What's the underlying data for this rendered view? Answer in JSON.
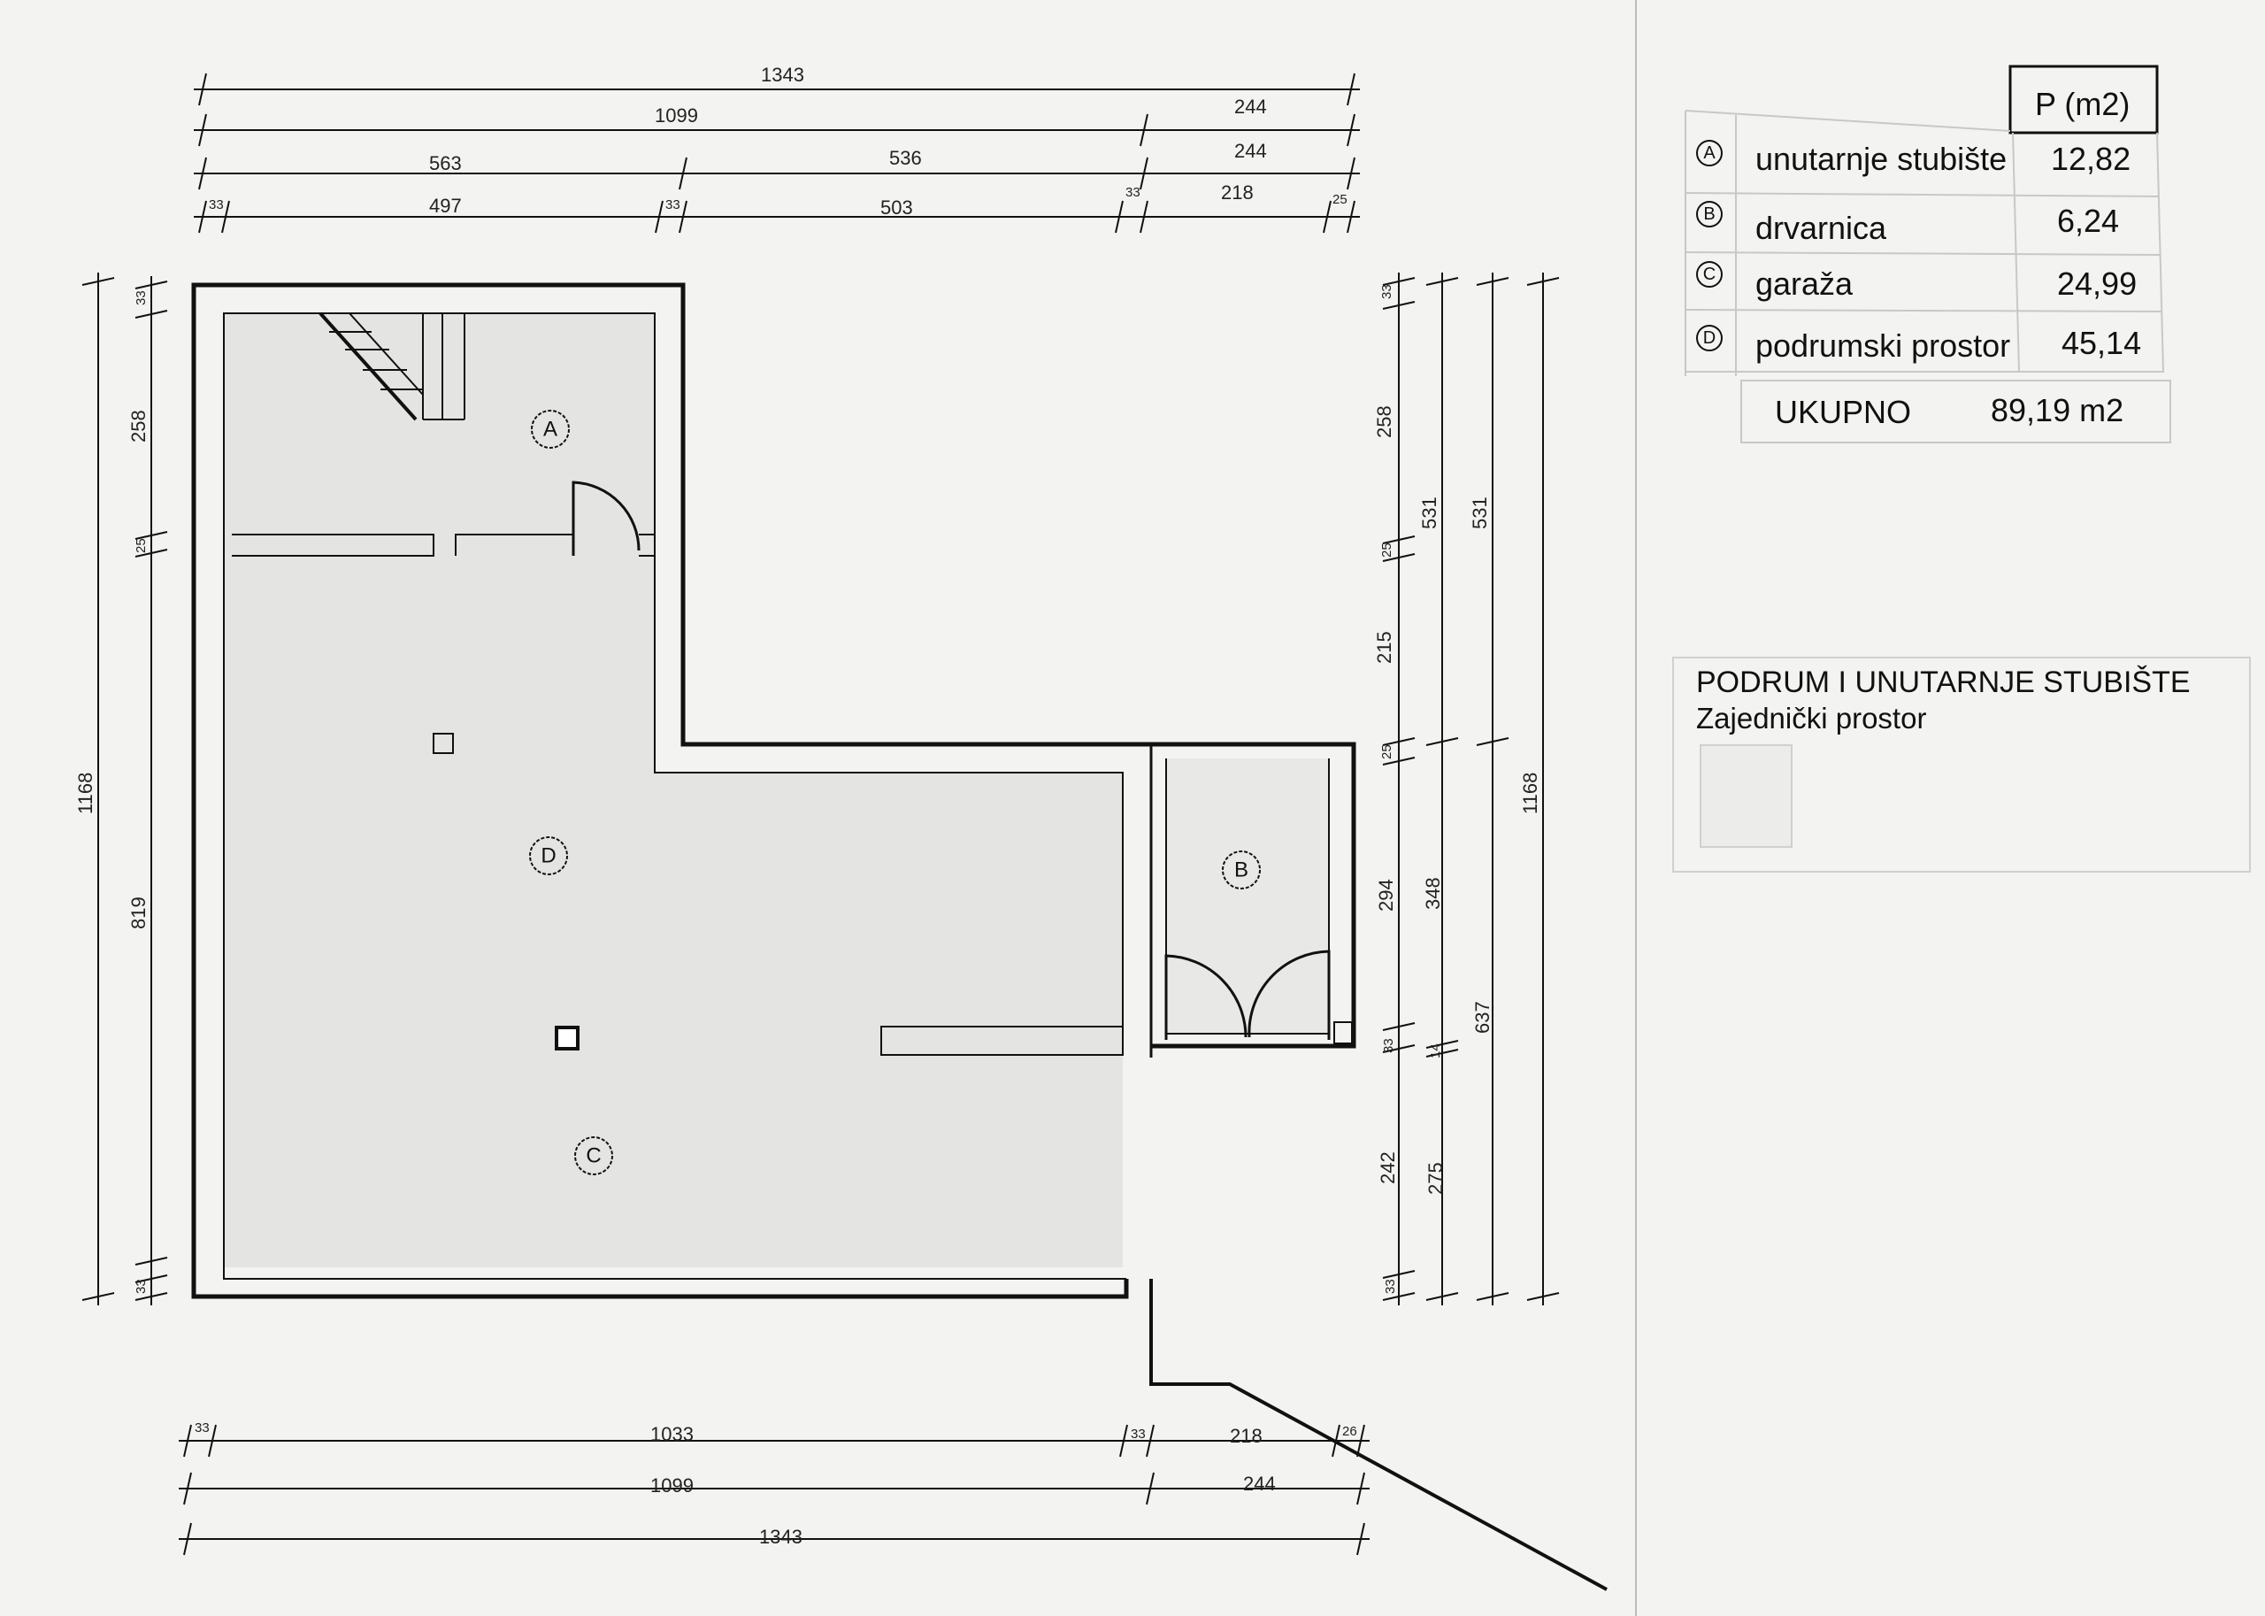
{
  "table": {
    "header": "P (m2)",
    "rows": [
      {
        "mark": "A",
        "name": "unutarnje stubište",
        "area": "12,82"
      },
      {
        "mark": "B",
        "name": "drvarnica",
        "area": "6,24"
      },
      {
        "mark": "C",
        "name": "garaža",
        "area": "24,99"
      },
      {
        "mark": "D",
        "name": "podrumski prostor",
        "area": "45,14"
      }
    ],
    "total_label": "UKUPNO",
    "total_value": "89,19 m2"
  },
  "legend": {
    "title": "PODRUM I UNUTARNJE STUBIŠTE",
    "subtitle": "Zajednički prostor"
  },
  "rooms": {
    "a": "A",
    "b": "B",
    "c": "C",
    "d": "D"
  },
  "dimensions": {
    "top": [
      [
        "1343"
      ],
      [
        "1099",
        "244"
      ],
      [
        "563",
        "536",
        "244"
      ],
      [
        "33",
        "497",
        "33",
        "503",
        "33",
        "218",
        "25"
      ]
    ],
    "right": [
      [
        "33",
        "258",
        "25",
        "215",
        "25",
        "294",
        "33",
        "242",
        "33"
      ],
      [
        "531",
        "348",
        "14",
        "275"
      ],
      [
        "531",
        "637"
      ],
      [
        "1168"
      ]
    ],
    "left": [
      [
        "1168"
      ],
      [
        "33",
        "258",
        "25",
        "819",
        "33"
      ]
    ],
    "bottom": [
      [
        "33",
        "1033",
        "33",
        "218",
        "26"
      ],
      [
        "1099",
        "244"
      ],
      [
        "1343"
      ]
    ]
  },
  "colors": {
    "paper": "#f3f3f1",
    "ink": "#111111",
    "floor": "#e4e4e2"
  }
}
